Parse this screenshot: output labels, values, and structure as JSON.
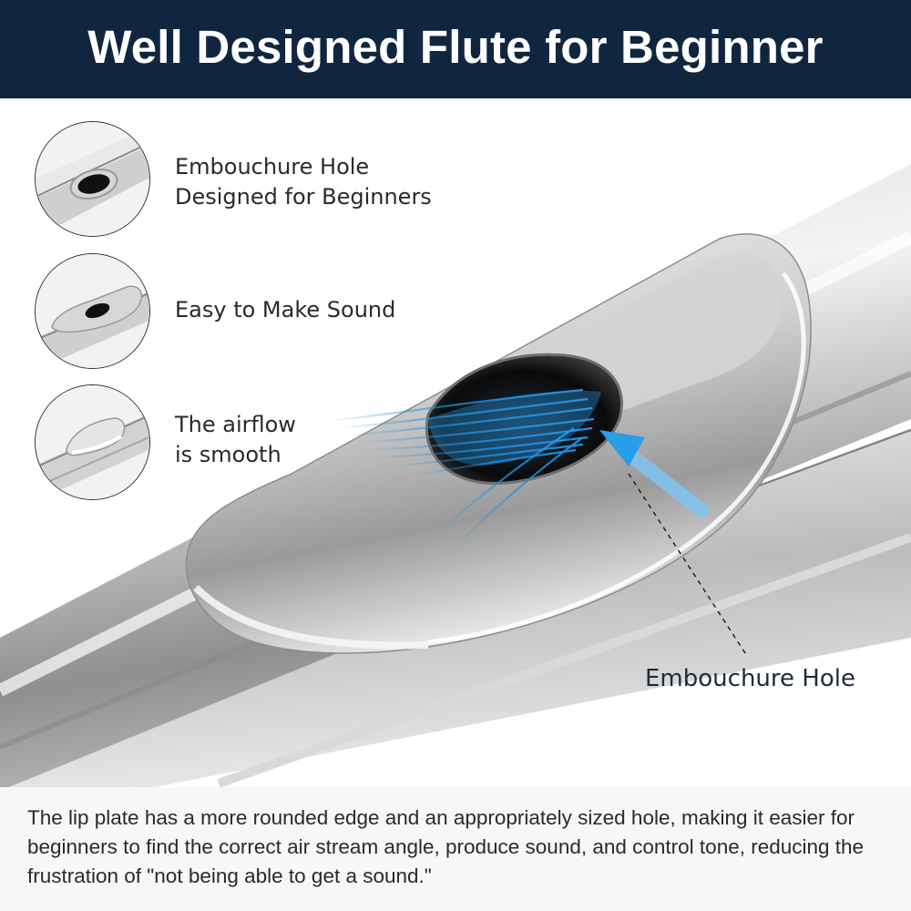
{
  "header": {
    "title": "Well Designed Flute for Beginner"
  },
  "features": [
    {
      "line1": "Embouchure Hole",
      "line2": "Designed for Beginners"
    },
    {
      "line1": "Easy to Make Sound"
    },
    {
      "line1": "The airflow",
      "line2": "is smooth"
    }
  ],
  "callout": {
    "label": "Embouchure Hole"
  },
  "footer": {
    "description": "The lip plate has a more rounded edge and an appropriately sized hole, making it easier for beginners to find the correct air stream angle, produce sound, and control tone, reducing the frustration of \"not being able to get a sound.\""
  },
  "colors": {
    "header_bg": "#10263f",
    "airflow_blue": "#1e90e0",
    "metal": "#c8c8c8"
  }
}
